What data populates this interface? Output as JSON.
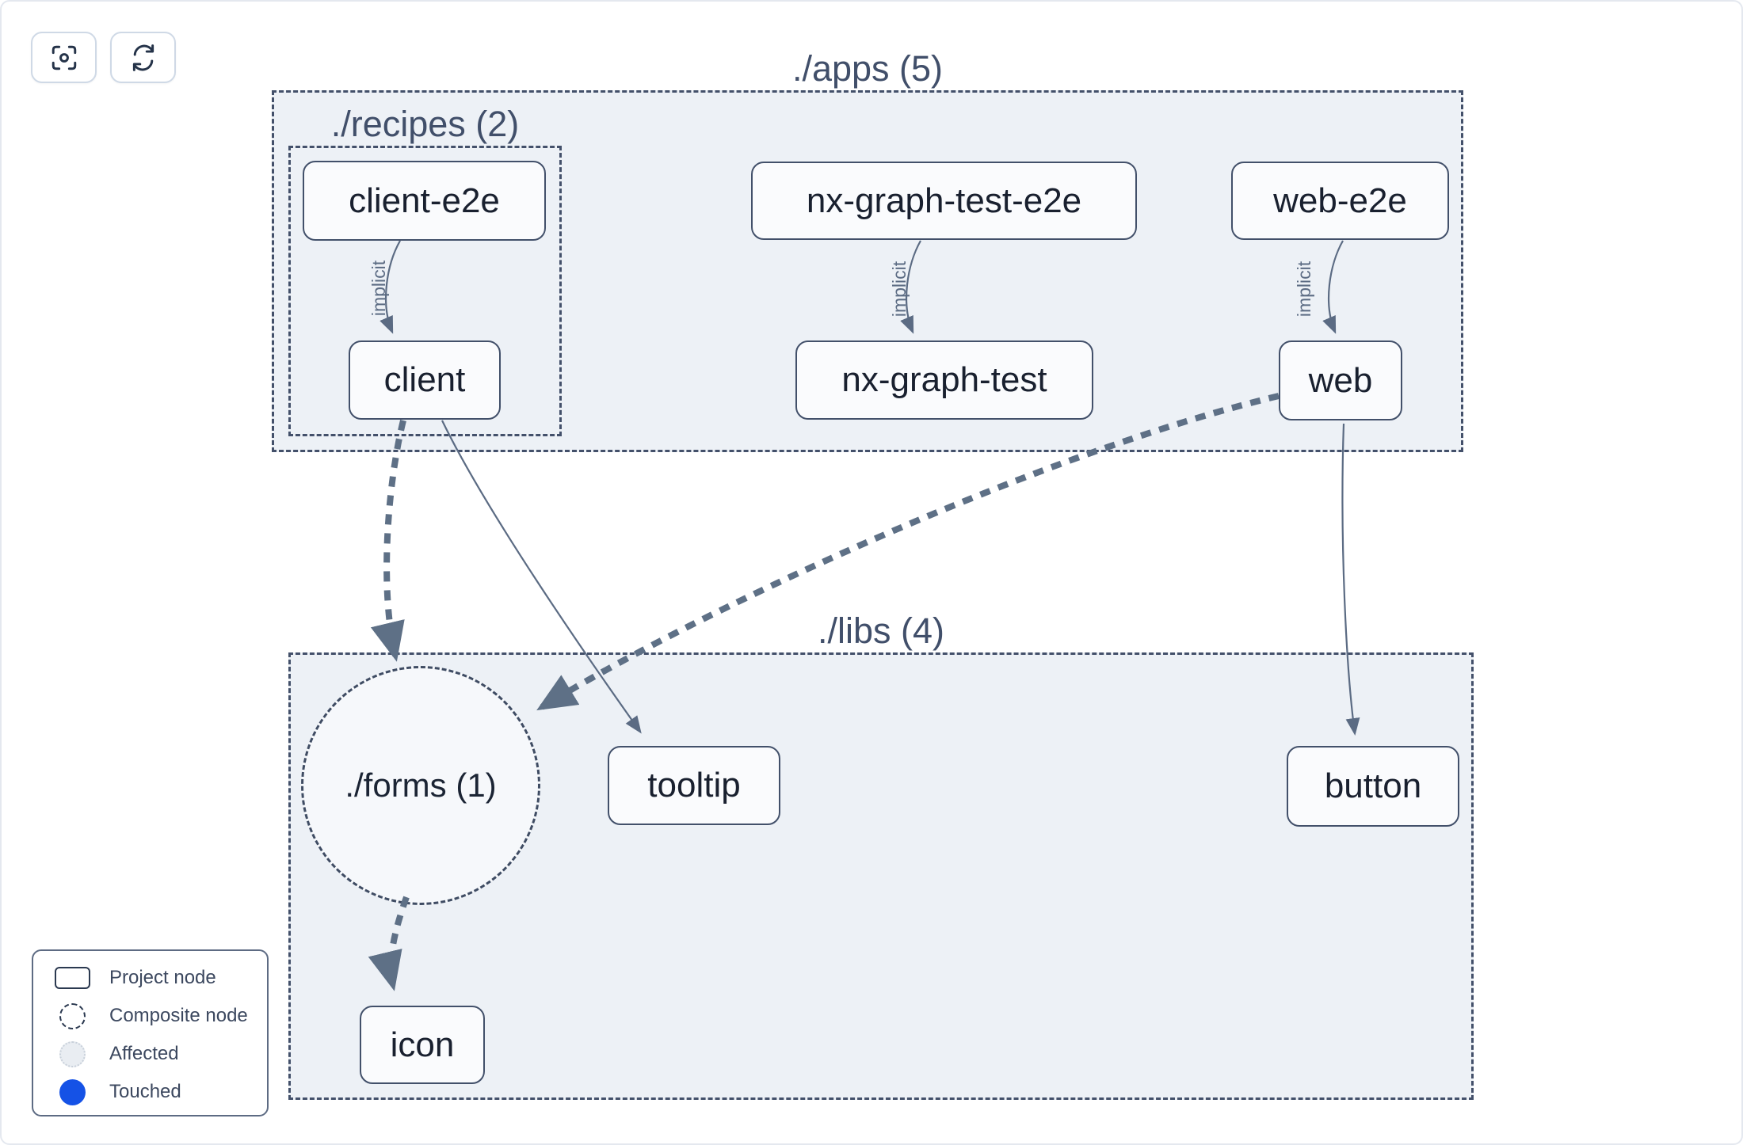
{
  "toolbar": {
    "buttons": [
      {
        "name": "focus",
        "icon": "focus-icon"
      },
      {
        "name": "refresh",
        "icon": "refresh-icon"
      }
    ]
  },
  "graph": {
    "type": "dependency-graph",
    "groups": [
      {
        "id": "apps",
        "label": "./apps (5)",
        "shape": "rect",
        "parent": null
      },
      {
        "id": "recipes",
        "label": "./recipes (2)",
        "shape": "rect",
        "parent": "apps"
      },
      {
        "id": "libs",
        "label": "./libs (4)",
        "shape": "rect",
        "parent": null
      },
      {
        "id": "forms",
        "label": "./forms (1)",
        "shape": "circle",
        "parent": "libs"
      }
    ],
    "nodes": [
      {
        "id": "client-e2e",
        "label": "client-e2e",
        "group": "recipes"
      },
      {
        "id": "client",
        "label": "client",
        "group": "recipes"
      },
      {
        "id": "nx-graph-test-e2e",
        "label": "nx-graph-test-e2e",
        "group": "apps"
      },
      {
        "id": "nx-graph-test",
        "label": "nx-graph-test",
        "group": "apps"
      },
      {
        "id": "web-e2e",
        "label": "web-e2e",
        "group": "apps"
      },
      {
        "id": "web",
        "label": "web",
        "group": "apps"
      },
      {
        "id": "tooltip",
        "label": "tooltip",
        "group": "libs"
      },
      {
        "id": "button",
        "label": "button",
        "group": "libs"
      },
      {
        "id": "icon",
        "label": "icon",
        "group": "libs"
      }
    ],
    "edges": [
      {
        "from": "client-e2e",
        "to": "client",
        "type": "implicit",
        "label": "implicit"
      },
      {
        "from": "nx-graph-test-e2e",
        "to": "nx-graph-test",
        "type": "implicit",
        "label": "implicit"
      },
      {
        "from": "web-e2e",
        "to": "web",
        "type": "implicit",
        "label": "implicit"
      },
      {
        "from": "client",
        "to": "./forms",
        "type": "dashed-dependency",
        "label": ""
      },
      {
        "from": "client",
        "to": "tooltip",
        "type": "dependency",
        "label": ""
      },
      {
        "from": "web",
        "to": "./forms",
        "type": "dashed-dependency",
        "label": ""
      },
      {
        "from": "web",
        "to": "button",
        "type": "dependency",
        "label": ""
      },
      {
        "from": "./forms",
        "to": "icon",
        "type": "dashed-dependency",
        "label": ""
      }
    ]
  },
  "legend": {
    "items": [
      {
        "label": "Project node",
        "icon": "project-node-icon"
      },
      {
        "label": "Composite node",
        "icon": "composite-node-icon"
      },
      {
        "label": "Affected",
        "icon": "affected-icon"
      },
      {
        "label": "Touched",
        "icon": "touched-icon"
      }
    ]
  },
  "colors": {
    "background": "#ffffff",
    "container_fill": "#edf1f6",
    "container_border": "#43506a",
    "node_fill": "#fafbfd",
    "node_border": "#42506a",
    "node_text": "#19202f",
    "edge": "#5b6b83",
    "touched_blue": "#1552e6"
  }
}
